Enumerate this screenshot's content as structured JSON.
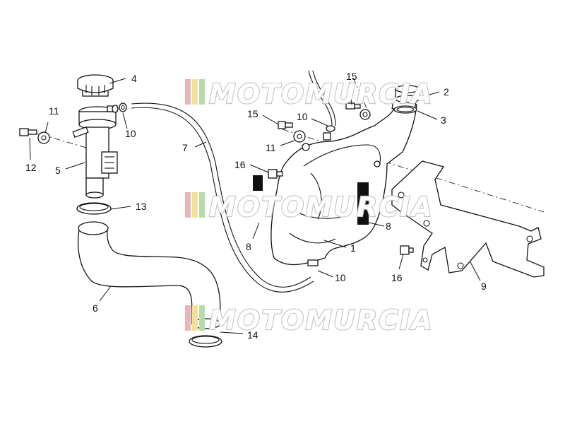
{
  "watermark": {
    "text": "MOTOMURCIA",
    "colors": [
      "#e9b5b5",
      "#f3e19a",
      "#b8dca9"
    ]
  },
  "labels": {
    "l1": "1",
    "l2": "2",
    "l3": "3",
    "l4": "4",
    "l5": "5",
    "l6": "6",
    "l7": "7",
    "l8a": "8",
    "l8b": "8",
    "l9": "9",
    "l10a": "10",
    "l10b": "10",
    "l10c": "10",
    "l11a": "11",
    "l11b": "11",
    "l12": "12",
    "l13": "13",
    "l14": "14",
    "l15a": "15",
    "l15b": "15",
    "l16a": "16",
    "l16b": "16"
  }
}
